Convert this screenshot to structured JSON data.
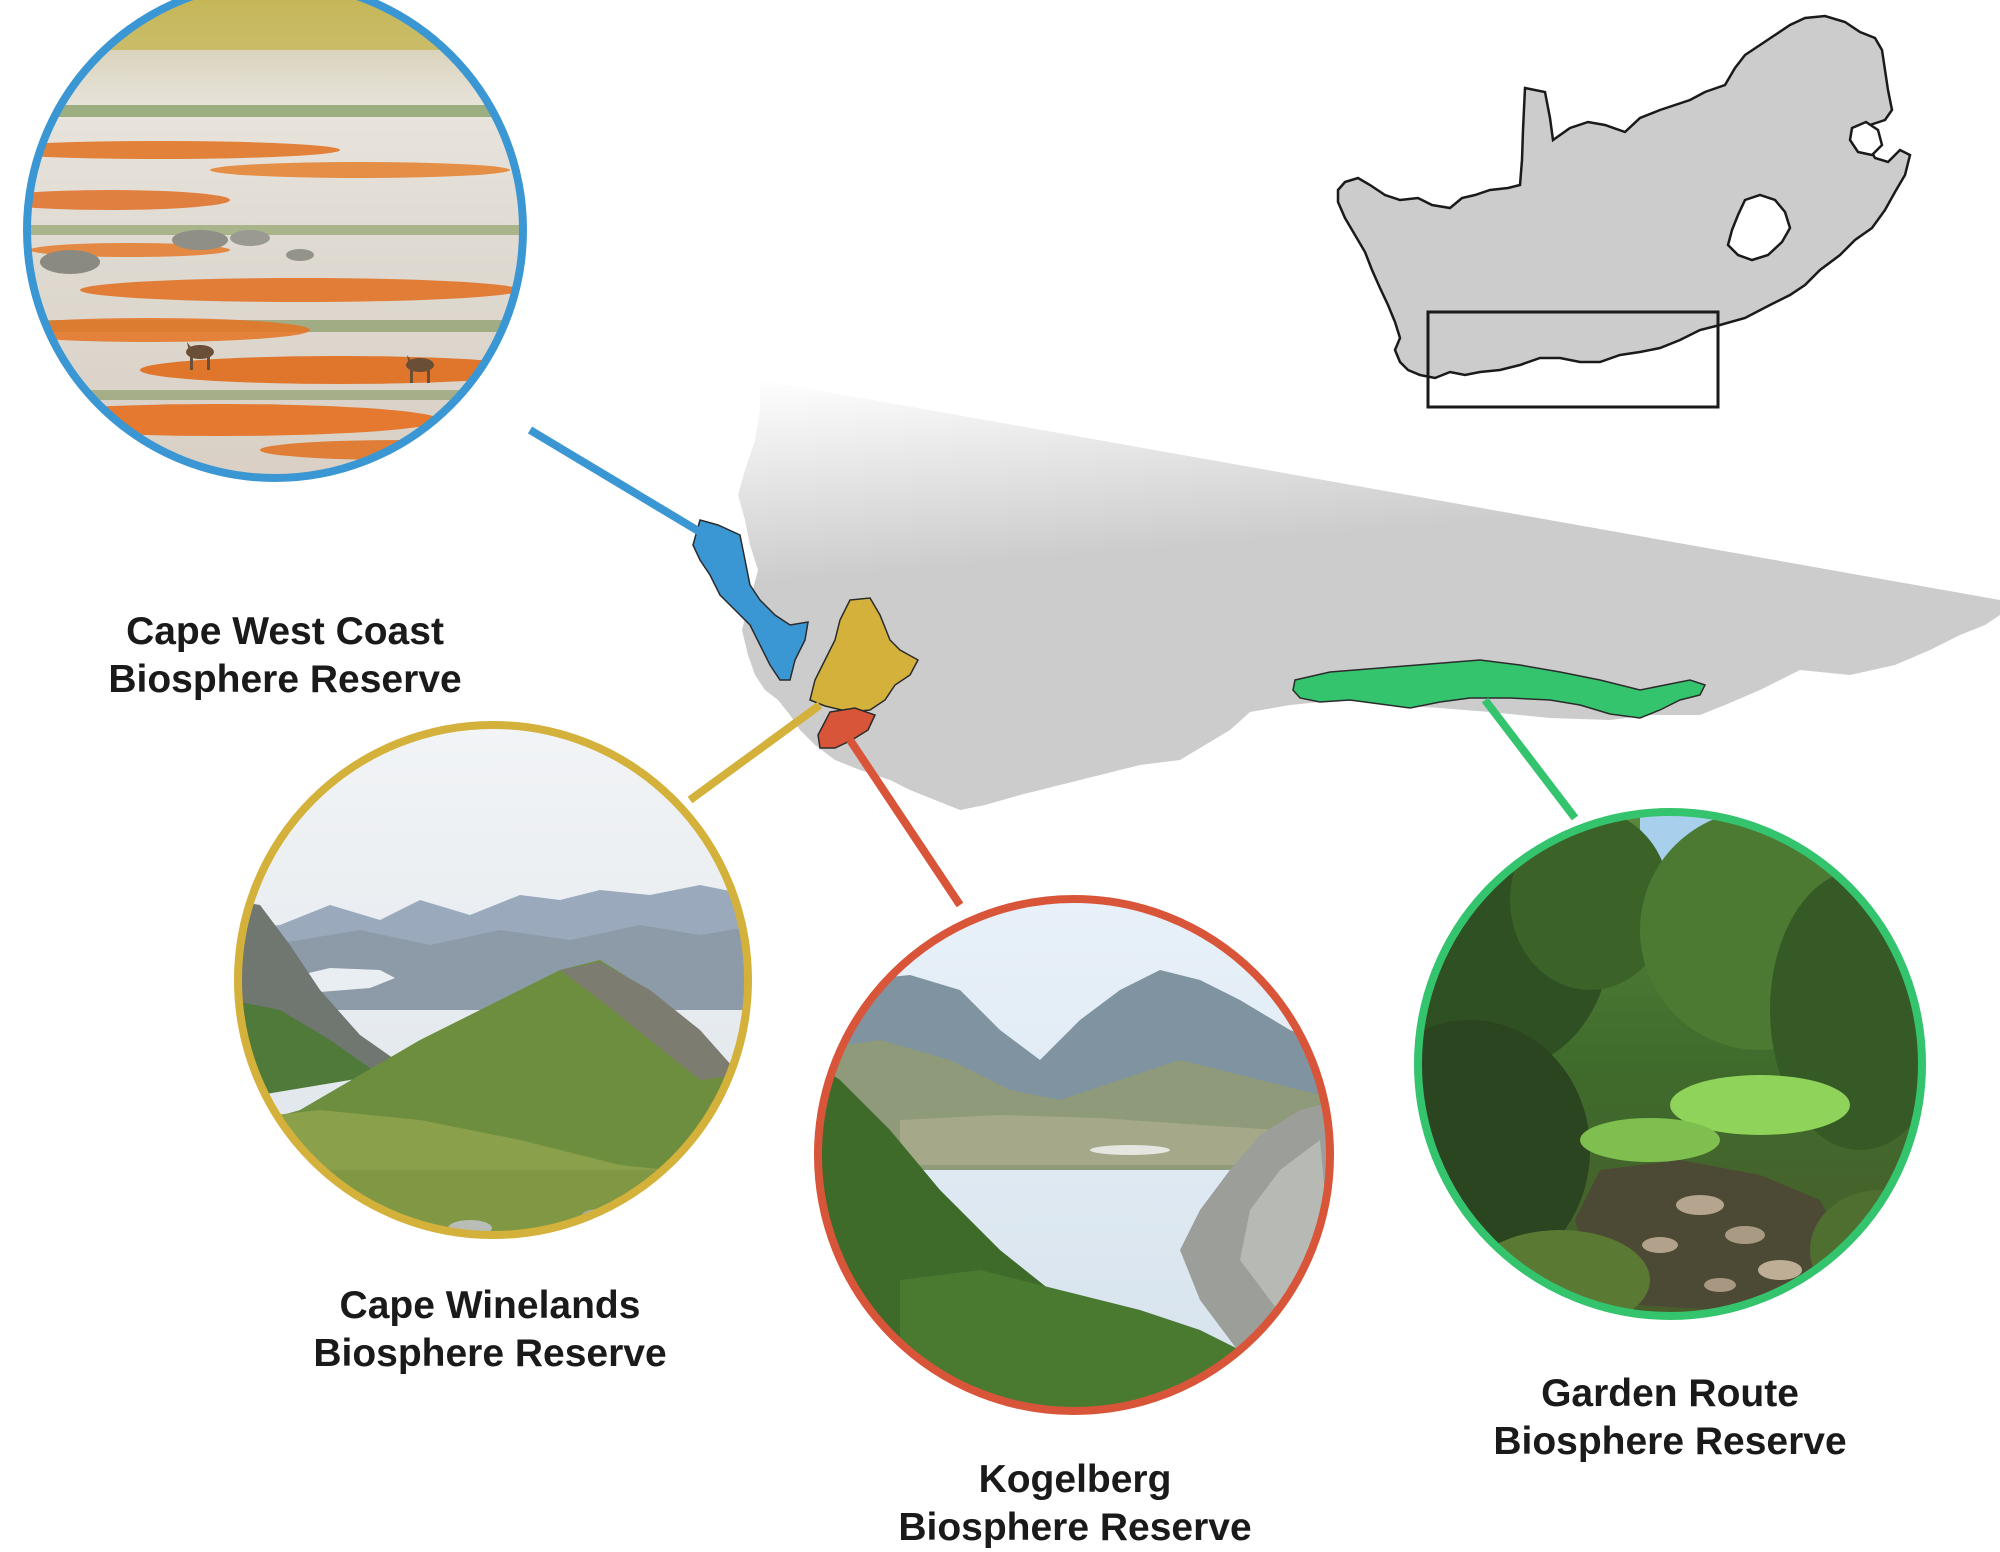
{
  "colors": {
    "cape_west_coast": "#3b97d3",
    "cape_winelands": "#d4b13a",
    "kogelberg": "#d9553a",
    "garden_route": "#35c46e",
    "land": "#cccccc",
    "outline": "#2b2b2b"
  },
  "reserves": [
    {
      "key": "cape_west_coast",
      "line1": "Cape West Coast",
      "line2": "Biosphere Reserve",
      "photo": "wildflower-field-with-antelope"
    },
    {
      "key": "cape_winelands",
      "line1": "Cape Winelands",
      "line2": "Biosphere Reserve",
      "photo": "mountain-ridge-and-valley"
    },
    {
      "key": "kogelberg",
      "line1": "Kogelberg",
      "line2": "Biosphere Reserve",
      "photo": "mountain-valley-with-rock-outcrop"
    },
    {
      "key": "garden_route",
      "line1": "Garden Route",
      "line2": "Biosphere Reserve",
      "photo": "forest-river-gorge"
    }
  ],
  "inset": {
    "country": "South Africa outline",
    "highlight": "study area rectangle"
  }
}
